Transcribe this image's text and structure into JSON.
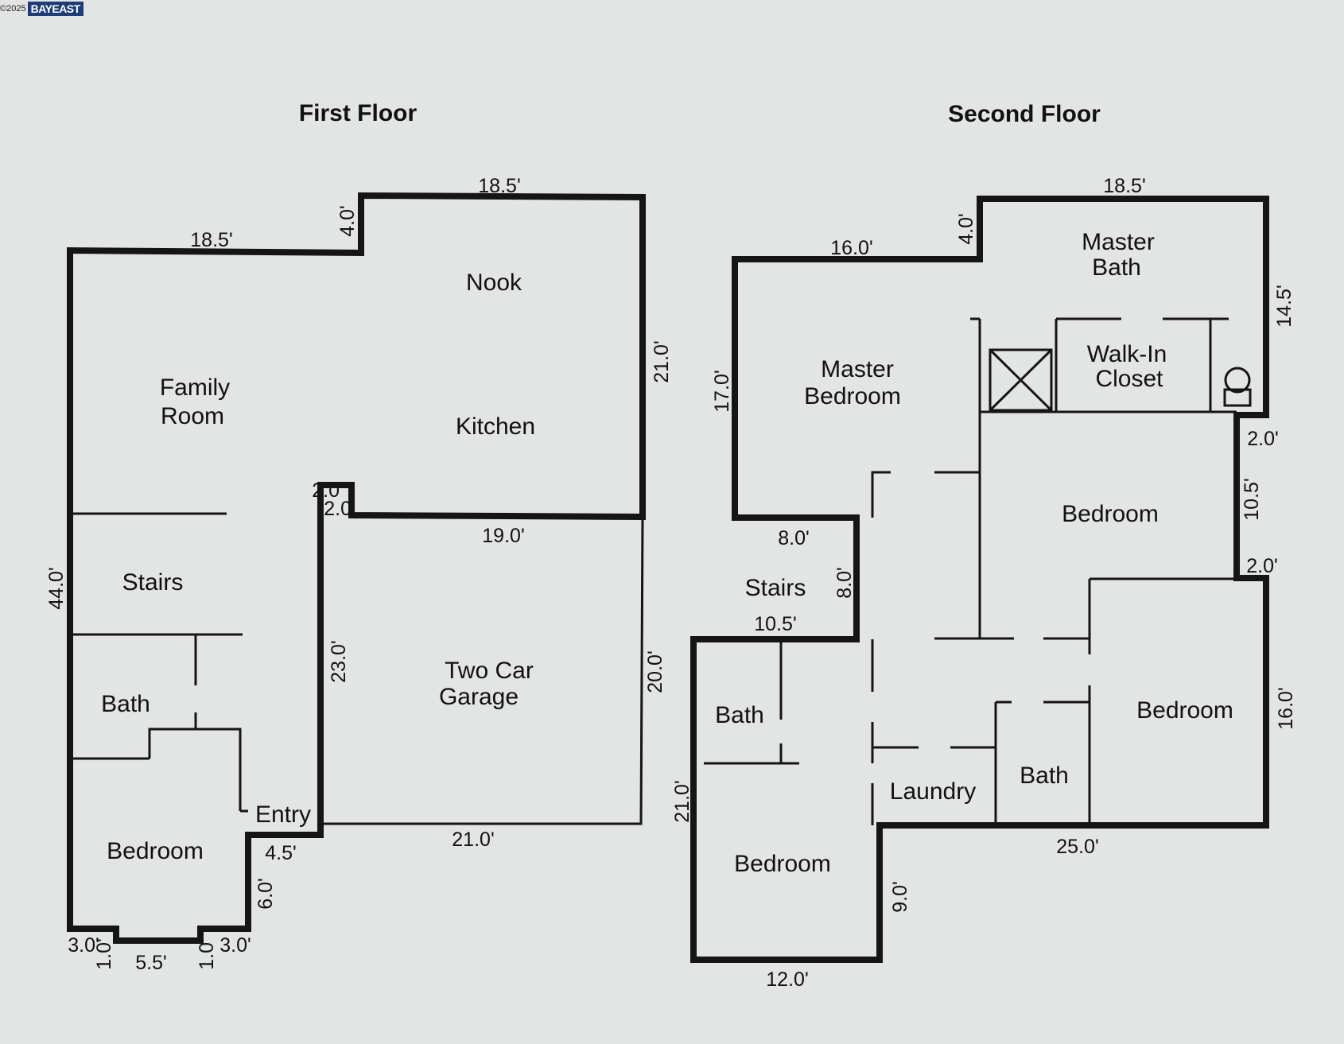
{
  "watermark": {
    "copyright": "©2025",
    "logo": "BAYEAST"
  },
  "first_floor": {
    "title": "First Floor",
    "rooms": {
      "family_room": [
        "Family",
        "Room"
      ],
      "nook": "Nook",
      "kitchen": "Kitchen",
      "stairs": "Stairs",
      "bath": "Bath",
      "bedroom": "Bedroom",
      "entry": "Entry",
      "garage": [
        "Two Car",
        "Garage"
      ]
    },
    "dims": {
      "top_left": "18.5'",
      "step": "4.0'",
      "top_right": "18.5'",
      "left": "44.0'",
      "kitchen_right": "21.0'",
      "garage_top": "19.0'",
      "small_a": "2.0'",
      "small_b": "2.0'",
      "garage_left": "23.0'",
      "garage_right": "20.0'",
      "garage_bottom": "21.0'",
      "entry_w": "4.5'",
      "entry_h": "6.0'",
      "bay_left": "3.0'",
      "bay_right": "3.0'",
      "bay_depth_l": "1.0'",
      "bay_depth_r": "1.0'",
      "bay_width": "5.5'"
    }
  },
  "second_floor": {
    "title": "Second Floor",
    "rooms": {
      "master_bath": [
        "Master",
        "Bath"
      ],
      "walk_in_closet": [
        "Walk-In",
        "Closet"
      ],
      "master_bedroom": [
        "Master",
        "Bedroom"
      ],
      "bedroom_right": "Bedroom",
      "stairs": "Stairs",
      "bath_left": "Bath",
      "bedroom_se": "Bedroom",
      "bath_mid": "Bath",
      "laundry": "Laundry",
      "bedroom_sw": "Bedroom"
    },
    "dims": {
      "top_left": "16.0'",
      "step": "4.0'",
      "top_right": "18.5'",
      "right_upper": "14.5'",
      "left_master": "17.0'",
      "jog_top": "2.0'",
      "right_mid": "10.5'",
      "jog_bottom": "2.0'",
      "right_lower": "16.0'",
      "stairs_w": "8.0'",
      "stairs_h": "8.0'",
      "stairs_bottom": "10.5'",
      "bottom_main": "25.0'",
      "left_lower": "21.0'",
      "drop": "9.0'",
      "bottom_sw": "12.0'"
    }
  }
}
